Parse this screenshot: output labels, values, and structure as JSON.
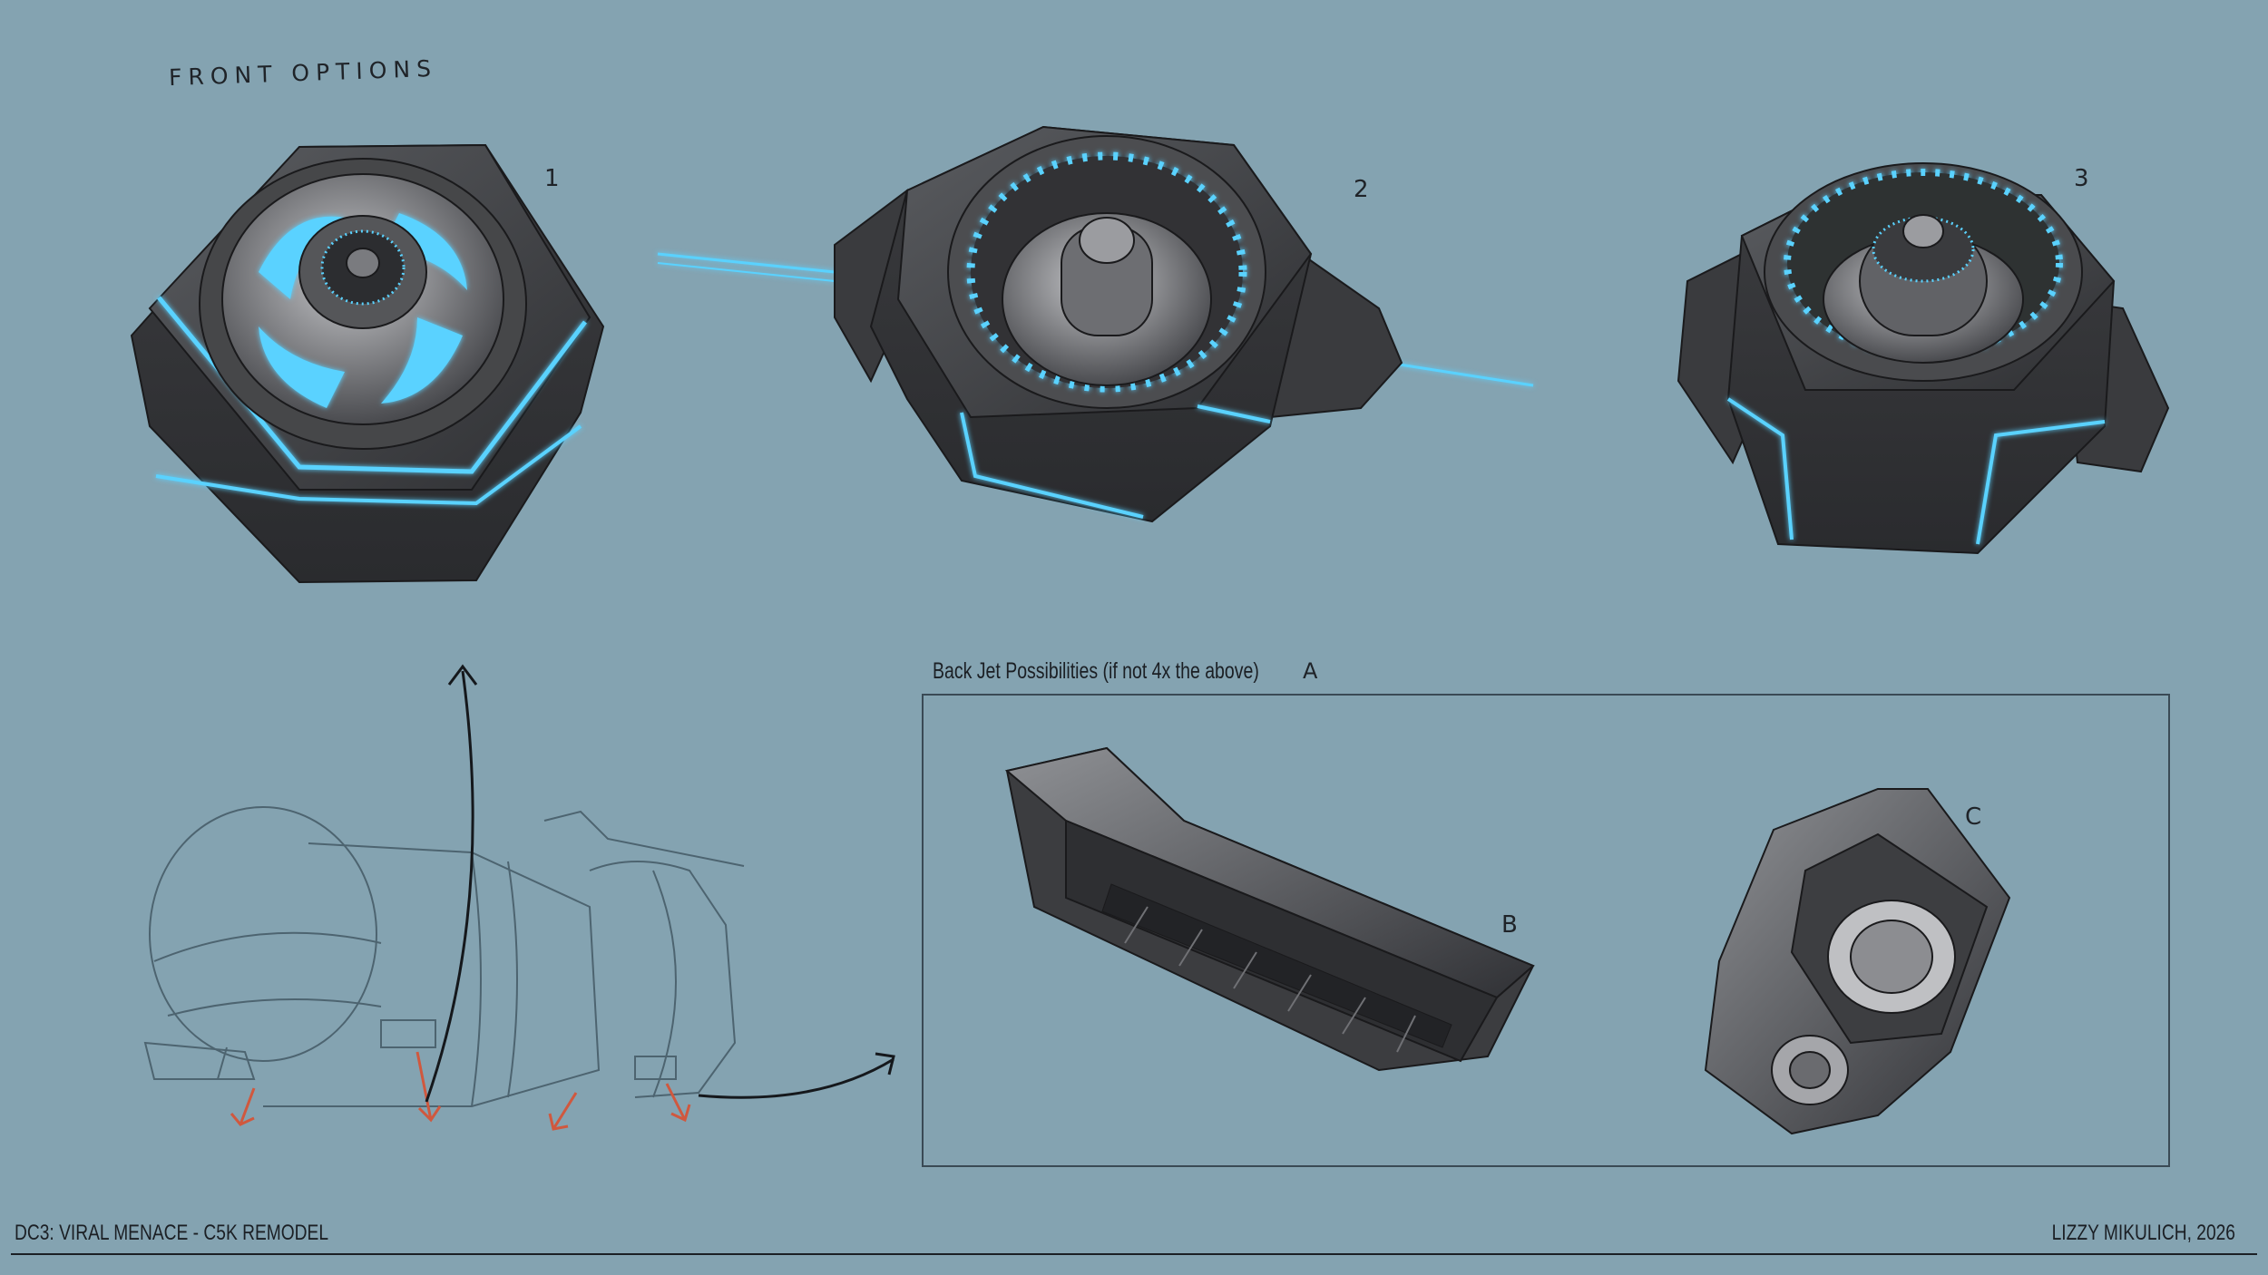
{
  "front_section": {
    "title": "FRONT OPTIONS",
    "options": [
      {
        "number": "1"
      },
      {
        "number": "2"
      },
      {
        "number": "3"
      }
    ]
  },
  "back_section": {
    "title": "Back Jet Possibilities (if not 4x the above)",
    "marker": "A",
    "options": [
      {
        "letter": "B"
      },
      {
        "letter": "C"
      }
    ]
  },
  "footer": {
    "left": "DC3: VIRAL MENACE - C5K REMODEL",
    "right": "LIZZY MIKULICH, 2026"
  },
  "colors": {
    "background": "#84a3b1",
    "glow": "#5ad2ff",
    "metal_dark": "#3c3d40",
    "metal_light": "#8a8c90",
    "sketch_line": "#4d6470",
    "arrow_red": "#d0583e"
  }
}
